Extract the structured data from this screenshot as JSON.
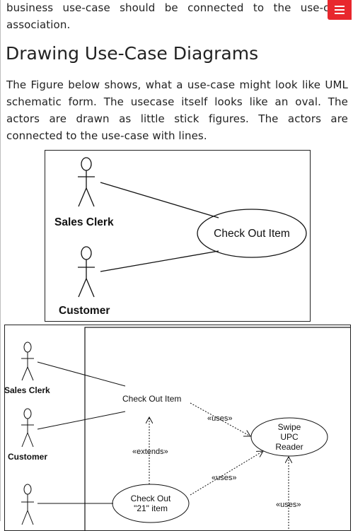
{
  "article": {
    "intro_paragraph": "business use-case should be connected to the use-case association.",
    "section_heading": "Drawing Use-Case Diagrams",
    "body_paragraph": "The Figure below shows, what a use-case might look like UML schematic form. The usecase itself looks like an oval. The actors are drawn as little stick figures. The actors are connected to the use-case with lines."
  },
  "menu": {
    "icon": "hamburger-menu-icon",
    "color": "#e8272d"
  },
  "figure_1": {
    "actor_sales_clerk": "Sales Clerk",
    "actor_customer": "Customer",
    "use_case": "Check Out Item"
  },
  "figure_2": {
    "actor_sales_clerk": "Sales Clerk",
    "actor_customer": "Customer",
    "use_case_check_out": "Check Out Item",
    "use_case_swipe_line1": "Swipe",
    "use_case_swipe_line2": "UPC",
    "use_case_swipe_line3": "Reader",
    "use_case_21_line1": "Check Out",
    "use_case_21_line2": "\"21\" item",
    "relation_uses_1": "«uses»",
    "relation_uses_2": "«uses»",
    "relation_uses_3": "«uses»",
    "relation_extends": "«extends»"
  }
}
